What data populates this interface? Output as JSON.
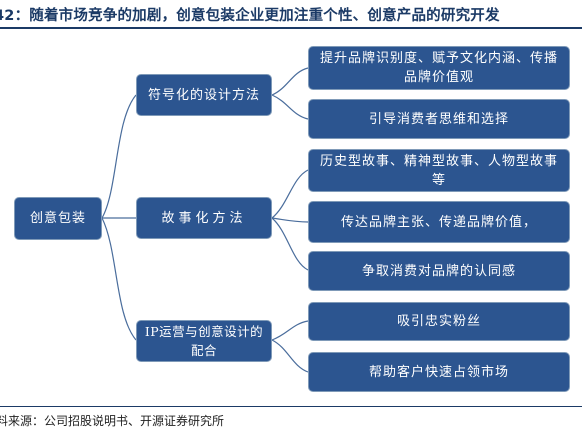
{
  "title": "42：随着市场竞争的加剧，创意包装企业更加注重个性、创意产品的研究开发",
  "root": "创意包装",
  "branches": [
    {
      "label": "符号化的设计方法",
      "leaves": [
        "提升品牌识别度、赋予文化内涵、传播品牌价值观",
        "引导消费者思维和选择"
      ]
    },
    {
      "label": "故事化方法",
      "leaves": [
        "历史型故事、精神型故事、人物型故事等",
        "传达品牌主张、传递品牌价值，",
        "争取消费对品牌的认同感"
      ]
    },
    {
      "label": "IP运营与创意设计的配合",
      "leaves": [
        "吸引忠实粉丝",
        "帮助客户快速占领市场"
      ]
    }
  ],
  "source": "料来源：公司招股说明书、开源证券研究所",
  "colors": {
    "box_fill": "#2c5590",
    "box_border": "#7f9ab8",
    "line": "#4a6d9c",
    "heading": "#1b3a66"
  }
}
